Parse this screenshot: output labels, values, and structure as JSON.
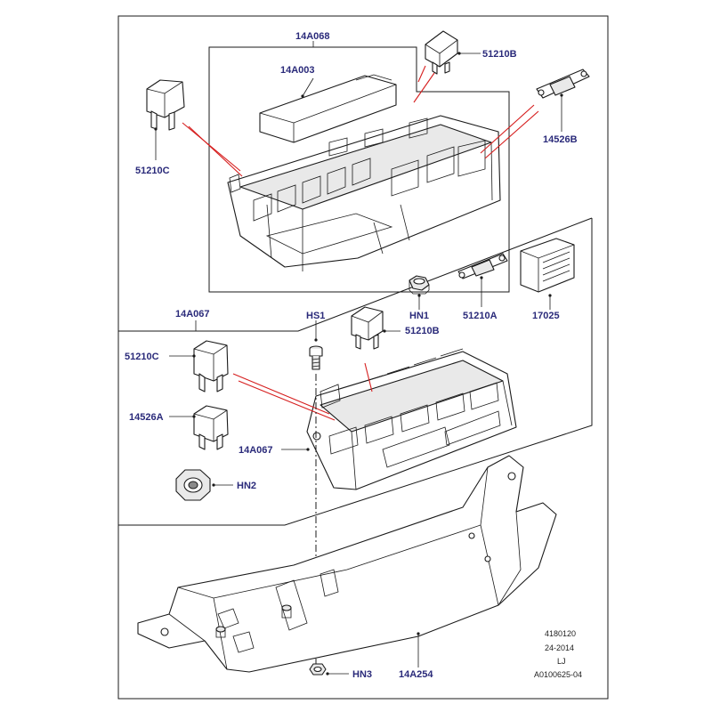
{
  "diagram": {
    "callouts": {
      "assembly_upper": "14A068",
      "cover": "14A003",
      "fuse_b_top": "51210B",
      "fuse_c_left": "51210C",
      "link_right": "14526B",
      "assembly_lower": "14A067",
      "screw": "HS1",
      "nut_top": "HN1",
      "fuse_b_mid": "51210B",
      "link_mid": "51210A",
      "relay": "17025",
      "fuse_c_lower": "51210C",
      "fuse_a_lower": "14526A",
      "box_lower": "14A067",
      "nut_lower": "HN2",
      "nut_bottom": "HN3",
      "bracket": "14A254"
    },
    "reference": {
      "line1": "4180120",
      "line2": "24-2014",
      "line3": "LJ",
      "line4": "A0100625-04"
    }
  }
}
